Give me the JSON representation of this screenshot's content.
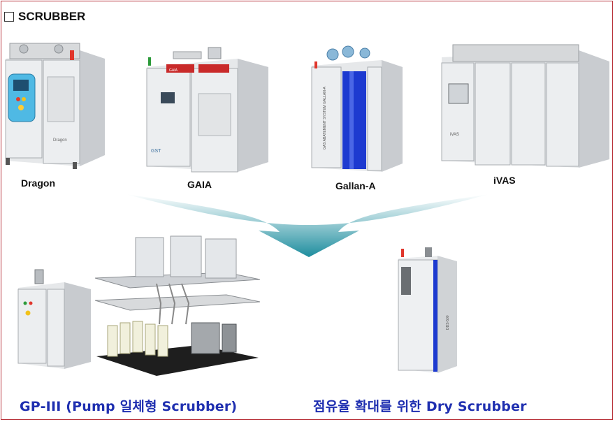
{
  "section": {
    "heading": "SCRUBBER"
  },
  "products": [
    {
      "name": "Dragon"
    },
    {
      "name": "GAIA"
    },
    {
      "name": "Gallan-A"
    },
    {
      "name": "iVAS"
    }
  ],
  "machine_texts": {
    "dragon_logo": "Dragon",
    "gaia_logo": "GST",
    "gaia_panel": "GAIA",
    "gallan_side": "GAS ABATEMENT SYSTEM GALLAN-A",
    "ivas_badge": "iVAS",
    "dry_side": "DDS-500"
  },
  "captions": {
    "left": "GP-III (Pump 일체형 Scrubber)",
    "right": "점유율 확대를 위한 Dry Scrubber"
  },
  "colors": {
    "border": "#b8323a",
    "caption": "#1f2fb0",
    "arrow": "#2a9aa8",
    "stripe": "#1d3ad0"
  }
}
